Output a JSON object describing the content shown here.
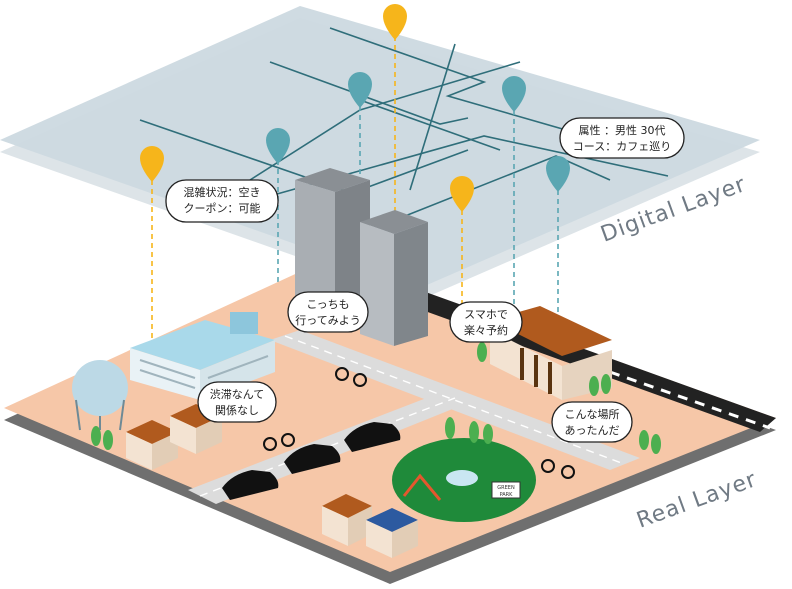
{
  "layers": {
    "digital": "Digital Layer",
    "real": "Real Layer"
  },
  "bubbles": {
    "congestion": [
      "混雑状況：空き",
      "クーポン：可能"
    ],
    "attributes": [
      "属性 ：男性 30代",
      "コース：カフェ巡り"
    ],
    "kocchi": [
      "こっちも",
      "行ってみよう"
    ],
    "smartphone": [
      "スマホで",
      "楽々予約"
    ],
    "traffic": [
      "渋滞なんて",
      "関係なし"
    ],
    "discover": [
      "こんな場所",
      "あったんだ"
    ]
  },
  "park_sign": [
    "GREEN",
    "PARK"
  ],
  "colors": {
    "pin_yellow": "#f6b51b",
    "pin_teal": "#5aa6b2",
    "digital_plane": "#cfdbe2",
    "ground": "#f6c7a8",
    "road": "#dcdcdc",
    "line": "#2f6e7a"
  }
}
